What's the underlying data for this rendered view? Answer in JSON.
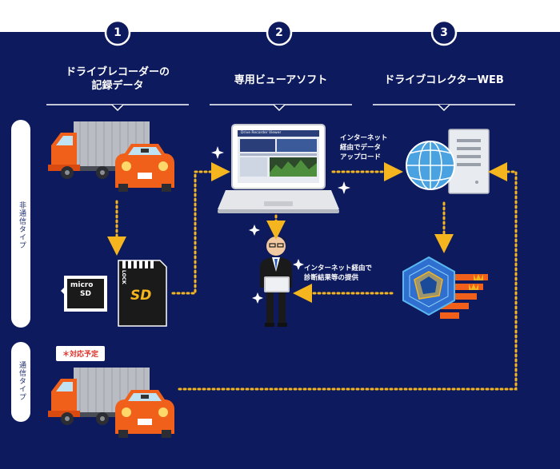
{
  "steps": [
    {
      "number": "1",
      "title_line1": "ドライブレコーダーの",
      "title_line2": "記録データ"
    },
    {
      "number": "2",
      "title_line1": "専用ビューアソフト",
      "title_line2": ""
    },
    {
      "number": "3",
      "title_line1": "ドライブコレクターWEB",
      "title_line2": ""
    }
  ],
  "side_labels": {
    "non_comm": "非通信タイプ",
    "comm": "通信タイプ"
  },
  "notes": {
    "upload_line1": "インターネット",
    "upload_line2": "経由でデータ",
    "upload_line3": "アップロード",
    "diagnosis_line1": "インターネット経由で",
    "diagnosis_line2": "診断結果等の提供"
  },
  "badge": "＊対応予定",
  "sd_card": {
    "label": "SD",
    "lock": "LOCK"
  },
  "microsd": {
    "label1": "micro",
    "label2": "SD"
  },
  "screen": {
    "app_title": "Drive Recorder Viewer"
  },
  "colors": {
    "navy": "#0d1b5e",
    "accent": "#f5b51e",
    "truck_orange": "#f0601a",
    "white": "#ffffff"
  }
}
